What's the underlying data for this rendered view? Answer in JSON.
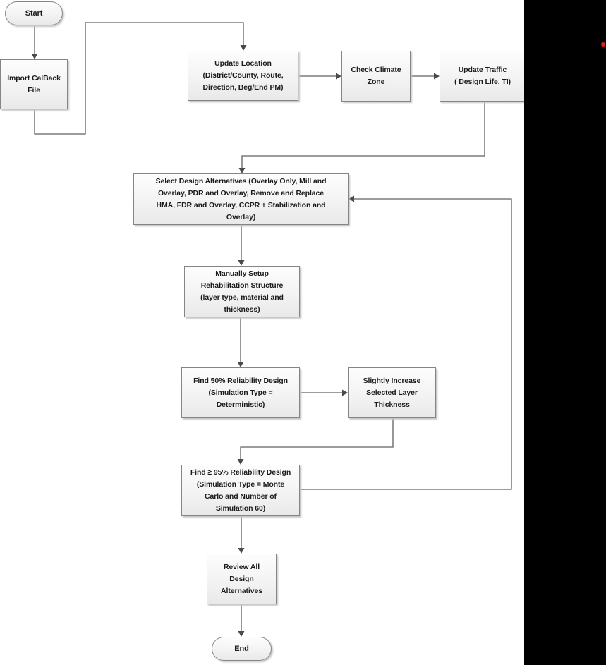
{
  "flowchart": {
    "nodes": [
      {
        "id": "start",
        "shape": "terminator",
        "label": "Start"
      },
      {
        "id": "import-calback-file",
        "shape": "process",
        "label": "Import CalBack\nFile"
      },
      {
        "id": "update-location",
        "shape": "process",
        "label": "Update  Location\n(District/County, Route,\nDirection, Beg/End PM)"
      },
      {
        "id": "check-climate-zone",
        "shape": "process",
        "label": "Check Climate\nZone"
      },
      {
        "id": "update-traffic",
        "shape": "process",
        "label": "Update Traffic\n( Design Life, TI)"
      },
      {
        "id": "select-design-alternatives",
        "shape": "process",
        "label": "Select Design Alternatives (Overlay Only, Mill and\nOverlay, PDR and Overlay,  Remove and Replace\nHMA, FDR and Overlay, CCPR + Stabilization and\nOverlay)"
      },
      {
        "id": "manually-setup-structure",
        "shape": "process",
        "label": "Manually Setup\nRehabilitation Structure\n(layer type, material and\nthickness)"
      },
      {
        "id": "find-50-reliability",
        "shape": "process",
        "label": "Find 50% Reliability Design\n(Simulation Type =\nDeterministic)"
      },
      {
        "id": "increase-layer-thickness",
        "shape": "process",
        "label": "Slightly Increase\nSelected Layer\nThickness"
      },
      {
        "id": "find-95-reliability",
        "shape": "process",
        "label": "Find ≥ 95%  Reliability Design\n(Simulation Type = Monte\nCarlo and Number of\nSimulation  60)"
      },
      {
        "id": "review-all-alternatives",
        "shape": "process",
        "label": "Review All\nDesign\nAlternatives"
      },
      {
        "id": "end",
        "shape": "terminator",
        "label": "End"
      }
    ],
    "edges": [
      {
        "from": "start",
        "to": "import-calback-file"
      },
      {
        "from": "import-calback-file",
        "to": "update-location"
      },
      {
        "from": "update-location",
        "to": "check-climate-zone"
      },
      {
        "from": "check-climate-zone",
        "to": "update-traffic"
      },
      {
        "from": "update-traffic",
        "to": "select-design-alternatives"
      },
      {
        "from": "select-design-alternatives",
        "to": "manually-setup-structure"
      },
      {
        "from": "manually-setup-structure",
        "to": "find-50-reliability"
      },
      {
        "from": "find-50-reliability",
        "to": "increase-layer-thickness"
      },
      {
        "from": "increase-layer-thickness",
        "to": "find-95-reliability"
      },
      {
        "from": "find-95-reliability",
        "to": "select-design-alternatives",
        "kind": "feedback-loop"
      },
      {
        "from": "find-95-reliability",
        "to": "review-all-alternatives"
      },
      {
        "from": "review-all-alternatives",
        "to": "end"
      }
    ],
    "colors": {
      "canvas": "#ffffff",
      "connector_line": "#616161",
      "arrowhead": "#4a4a4a",
      "node_border": "#858585",
      "node_fill_top": "#fdfdfd",
      "node_fill_bottom": "#e9e9e9",
      "node_text": "#1a1a1a",
      "side_panel": "#000000",
      "red_marker": "#e31b23"
    }
  }
}
